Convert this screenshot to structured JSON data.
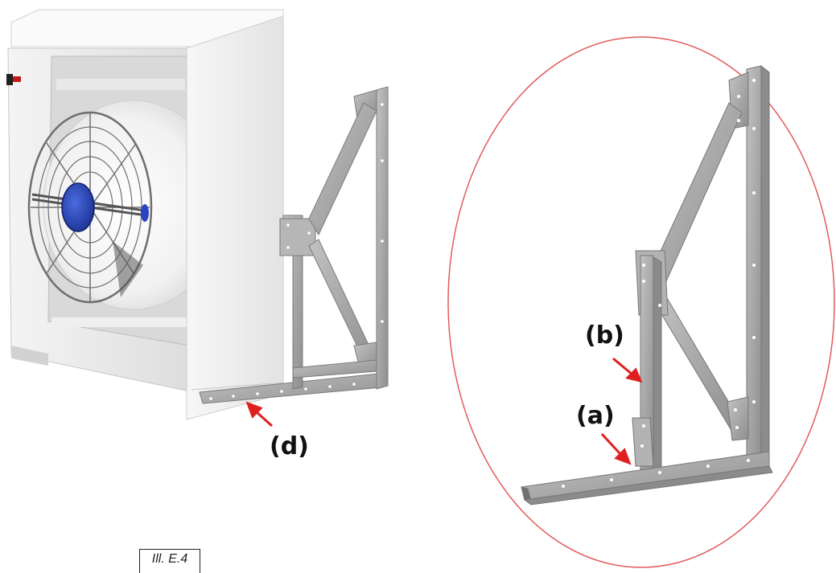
{
  "figure": {
    "caption": "Ill. E.4",
    "callouts": {
      "a": "(a)",
      "b": "(b)",
      "d": "(d)"
    },
    "colors": {
      "arrow": "#e02020",
      "detail_ellipse": "#e35b5b",
      "bracket_metal": "#a9a9a9",
      "motor_hub": "#1f3fb0",
      "housing": "#ededed"
    }
  }
}
